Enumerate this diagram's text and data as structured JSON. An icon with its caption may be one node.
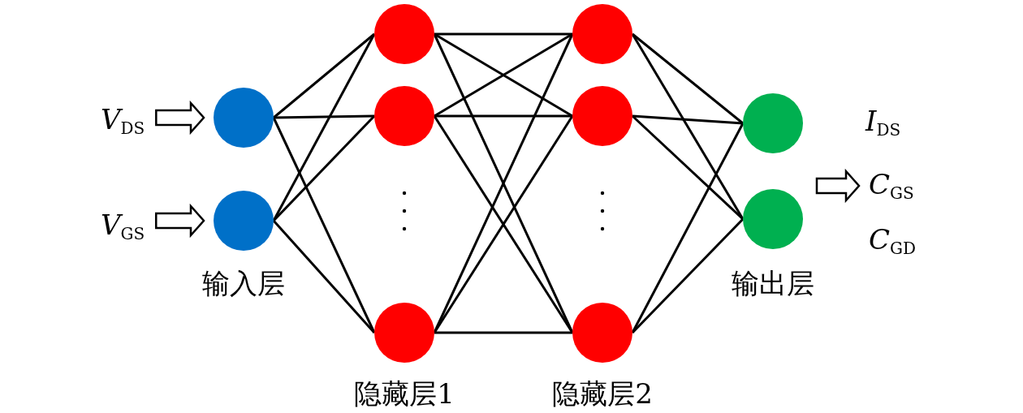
{
  "diagram": {
    "nodes": [
      {
        "text": [
          "*V*$_{DS}$"
        ]
      },
      {
        "text": [
          "*V*$_{GS}$"
        ]
      },
      {
        "text": [],
        "shape": "circle"
      },
      {
        "text": [],
        "shape": "circle"
      },
      {
        "text": [],
        "shape": "circle"
      },
      {
        "text": [],
        "shape": "circle"
      },
      {
        "text": [],
        "shape": "circle"
      },
      {
        "text": [],
        "shape": "circle"
      },
      {
        "text": [],
        "shape": "circle"
      },
      {
        "text": [],
        "shape": "circle"
      },
      {
        "text": [],
        "shape": "circle"
      },
      {
        "text": [],
        "shape": "circle"
      },
      {
        "text": [
          "*I*$_{DS}$"
        ]
      },
      {
        "text": [
          "*C*$_{GS}$"
        ]
      },
      {
        "text": [
          "*C*$_{GD}$"
        ]
      }
    ],
    "edges": [
      {
        "from": 0,
        "to": 2,
        "arrow": "to"
      },
      {
        "from": 1,
        "to": 3,
        "arrow": "to"
      },
      {
        "from": 2,
        "to": 4,
        "arrow": "none"
      },
      {
        "from": 2,
        "to": 5,
        "arrow": "none"
      },
      {
        "from": 2,
        "to": 6,
        "arrow": "none"
      },
      {
        "from": 3,
        "to": 4,
        "arrow": "none"
      },
      {
        "from": 3,
        "to": 5,
        "arrow": "none"
      },
      {
        "from": 3,
        "to": 6,
        "arrow": "none"
      },
      {
        "from": 4,
        "to": 7,
        "arrow": "none"
      },
      {
        "from": 4,
        "to": 8,
        "arrow": "none"
      },
      {
        "from": 4,
        "to": 9,
        "arrow": "none"
      },
      {
        "from": 5,
        "to": 7,
        "arrow": "none"
      },
      {
        "from": 5,
        "to": 8,
        "arrow": "none"
      },
      {
        "from": 5,
        "to": 9,
        "arrow": "none"
      },
      {
        "from": 6,
        "to": 7,
        "arrow": "none"
      },
      {
        "from": 6,
        "to": 8,
        "arrow": "none"
      },
      {
        "from": 6,
        "to": 9,
        "arrow": "none"
      },
      {
        "from": 7,
        "to": 10,
        "arrow": "none"
      },
      {
        "from": 7,
        "to": 11,
        "arrow": "none"
      },
      {
        "from": 8,
        "to": 10,
        "arrow": "none"
      },
      {
        "from": 8,
        "to": 11,
        "arrow": "none"
      },
      {
        "from": 9,
        "to": 10,
        "arrow": "none"
      },
      {
        "from": 9,
        "to": 11,
        "arrow": "none"
      },
      {
        "from": null,
        "to": 13,
        "arrow": "to"
      }
    ],
    "labels": [
      "输入层",
      "隐藏层1",
      "隐藏层2",
      "输出层"
    ]
  }
}
